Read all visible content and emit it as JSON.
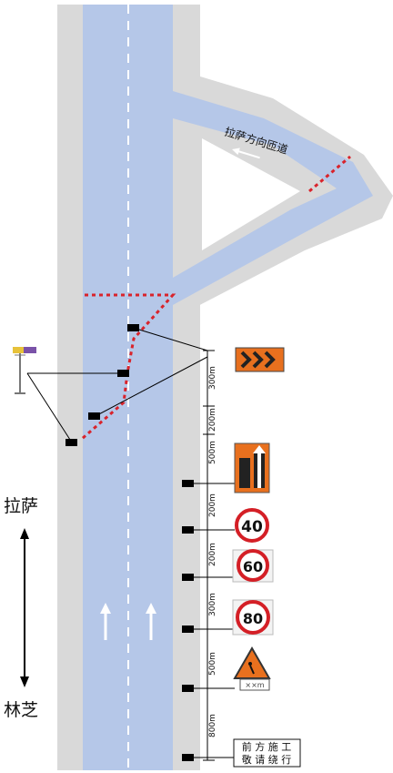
{
  "directions": {
    "top": "拉萨",
    "bottom": "林芝"
  },
  "ramp_label": "拉萨方向匝道",
  "segments": {
    "s1": "300m",
    "s2": "200m",
    "s3": "500m",
    "s4": "200m",
    "s5": "200m",
    "s6": "300m",
    "s7": "500m",
    "s8": "800m"
  },
  "signs": {
    "speed_40": "40",
    "speed_60": "60",
    "speed_80": "80",
    "work_plate": "××m",
    "notice_line1": "前 方 施 工",
    "notice_line2": "敬 请 绕 行"
  },
  "colors": {
    "lane": "#b5c7e8",
    "shoulder": "#d9d9d9",
    "closure_line": "#d9232b",
    "chevron": "#e8701e",
    "speed_ring": "#d41f26"
  }
}
